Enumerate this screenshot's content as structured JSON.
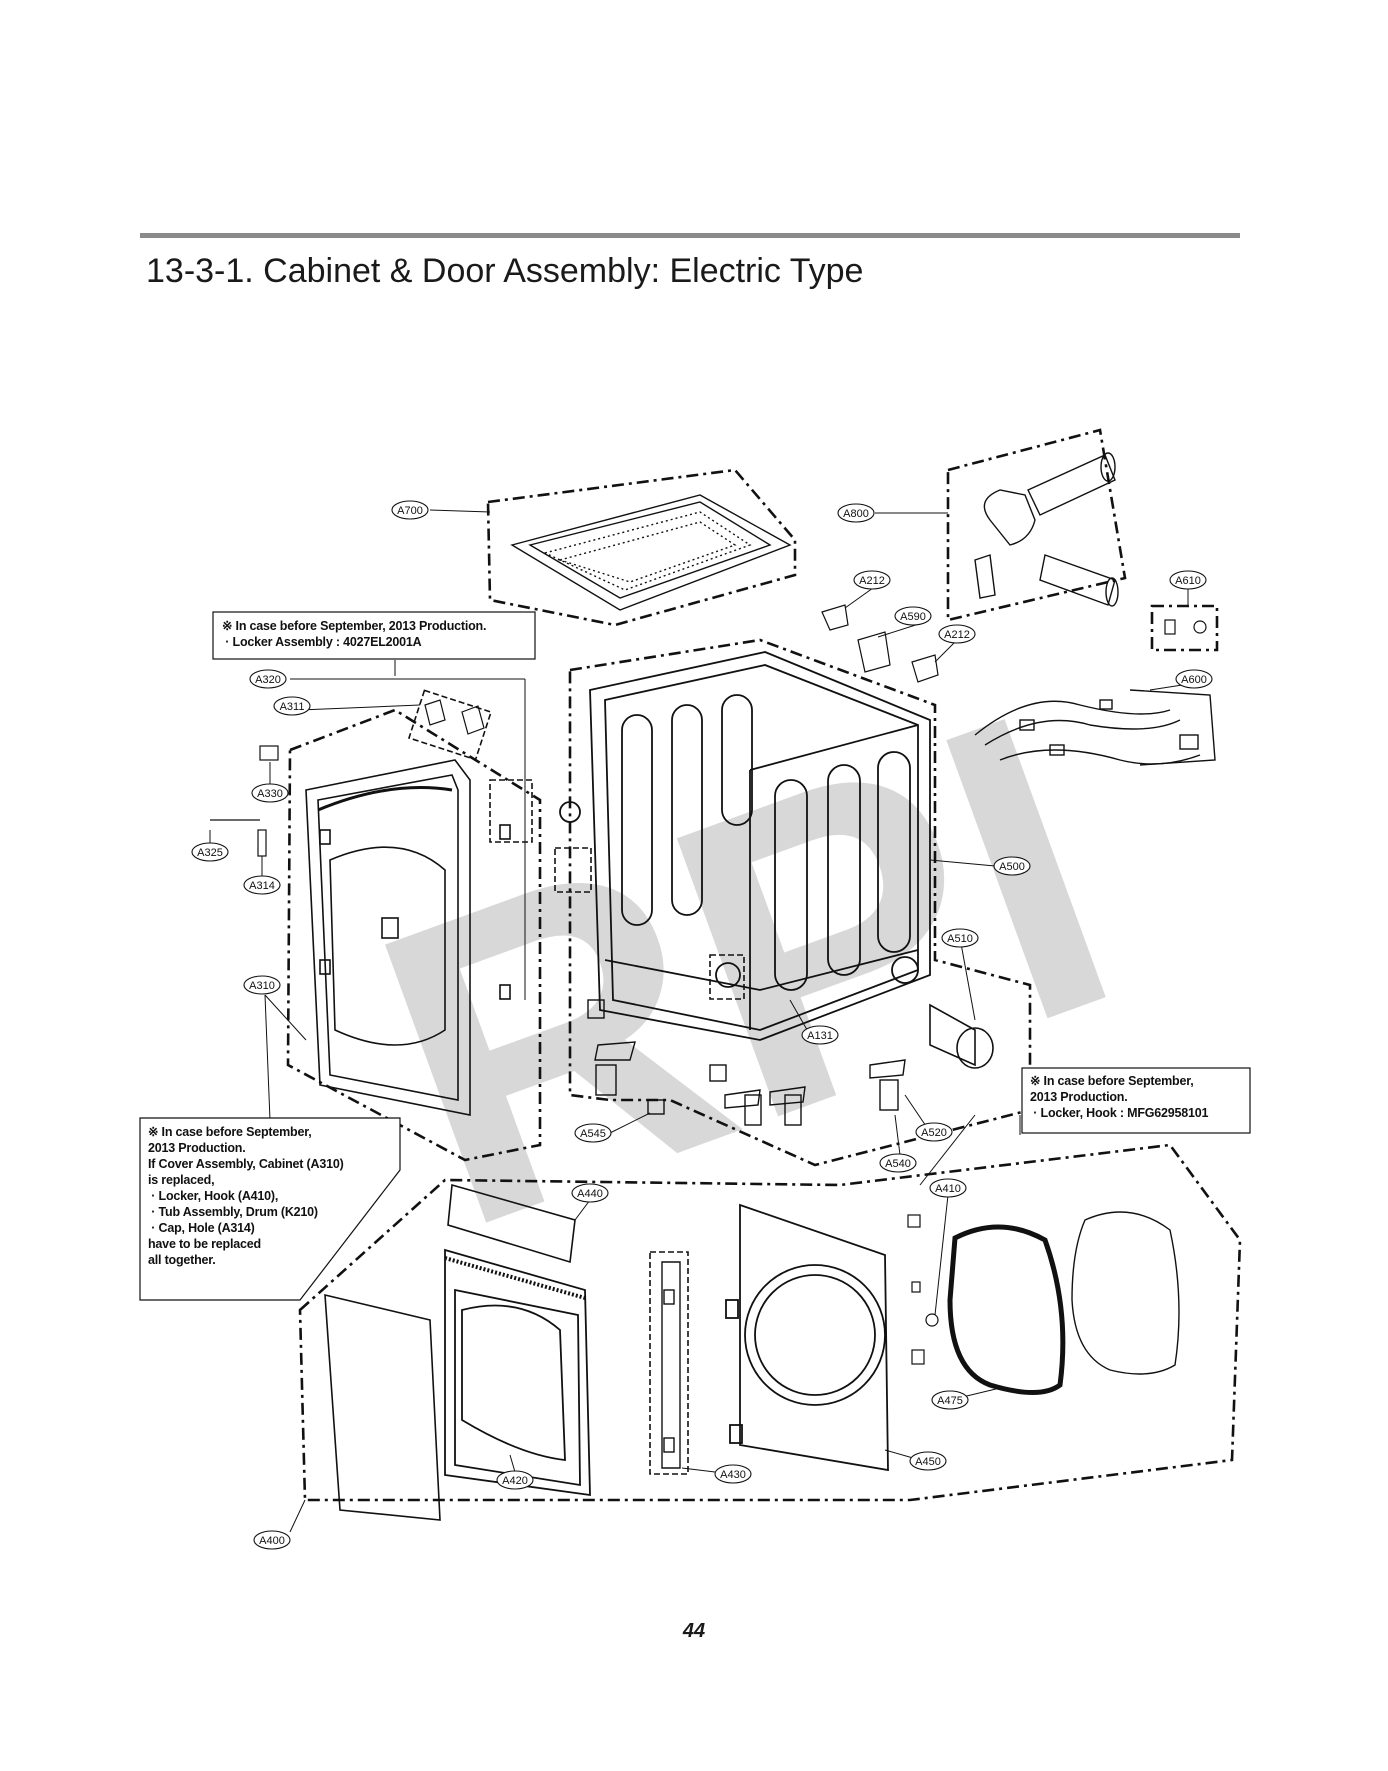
{
  "page": {
    "title": "13-3-1. Cabinet & Door Assembly: Electric Type",
    "page_number": "44",
    "watermark": "RPI"
  },
  "notes": {
    "note1": "※ In case before September, 2013 Production.\n · Locker Assembly : 4027EL2001A",
    "note2": "※ In case before September,\n2013 Production.\nIf Cover Assembly, Cabinet (A310)\nis replaced,\n · Locker, Hook (A410),\n · Tub Assembly, Drum (K210)\n · Cap, Hole (A314)\nhave to be replaced\nall together.",
    "note3": "※ In case before September,\n2013 Production.\n · Locker, Hook : MFG62958101"
  },
  "labels": {
    "A700": "A700",
    "A800": "A800",
    "A212a": "A212",
    "A212b": "A212",
    "A590": "A590",
    "A610": "A610",
    "A600": "A600",
    "A320": "A320",
    "A311": "A311",
    "A330": "A330",
    "A325": "A325",
    "A314": "A314",
    "A310": "A310",
    "A500": "A500",
    "A510": "A510",
    "A131": "A131",
    "A545": "A545",
    "A520": "A520",
    "A540": "A540",
    "A410": "A410",
    "A440": "A440",
    "A475": "A475",
    "A450": "A450",
    "A430": "A430",
    "A420": "A420",
    "A400": "A400"
  }
}
